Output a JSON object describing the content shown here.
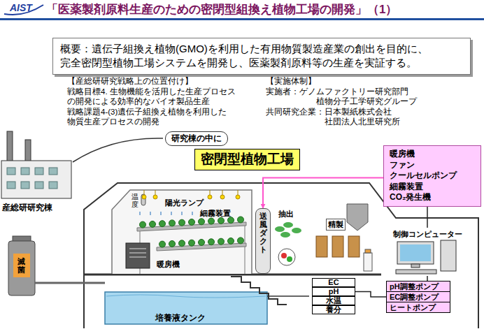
{
  "diagram": {
    "title": "「医薬製剤原料生産のための密閉型組換え植物工場の開発」（1）",
    "nodes": [
      {
        "text": [
          "概要：遺伝子組換え植物(GMO)を利用した有用物質製造産業の創出を目的に、 完全密閉型植物工場システムを開発し、医薬製剤原料等の生産を実証する。"
        ]
      },
      {
        "text": [
          "研究棟の中に"
        ]
      },
      {
        "text": [
          "密閉型植物工場"
        ]
      },
      {
        "text": [
          "暖房機",
          "ファン",
          "クールセルポンプ",
          "細霧装置",
          "CO₂発生機"
        ]
      },
      {
        "text": [
          "送風ダクト"
        ]
      },
      {
        "text": [
          "制御コンピューター"
        ]
      },
      {
        "text": [
          "EC"
        ]
      },
      {
        "text": [
          "pH"
        ]
      },
      {
        "text": [
          "水温"
        ]
      },
      {
        "text": [
          "養分"
        ]
      },
      {
        "text": [
          "pH調整ポンプ"
        ]
      },
      {
        "text": [
          "EC調整ポンプ"
        ]
      },
      {
        "text": [
          "ヒートポンプ"
        ]
      }
    ],
    "edges": [
      {
        "from": 3,
        "to": 4,
        "arrow": "to"
      },
      {
        "from": 5,
        "to": 3,
        "arrow": "none"
      },
      {
        "from": 7,
        "to": 11,
        "arrow": "none"
      },
      {
        "from": 5,
        "to": 10,
        "arrow": "none"
      }
    ],
    "labels": [
      "AIST",
      "【産総研研究戦略上の位置付け】",
      "戦略目標4. 生物機能を活用した生産プロセス の開発による効率的なバイオ製品生産",
      "戦略課題4-(3)遺伝子組換え植物を利用した 物質生産プロセスの開発",
      "【実施体制】",
      "実施者：ゲノムファクトリー研究部門 植物分子工学研究グループ",
      "共同研究企業：日本製紙株式会社 社団法人北里研究所",
      "産総研研究棟",
      "温度",
      "陽光ランプ",
      "細霧装置",
      "抽出",
      "精製",
      "暖房機",
      "滅菌",
      "培養液タンク"
    ]
  }
}
